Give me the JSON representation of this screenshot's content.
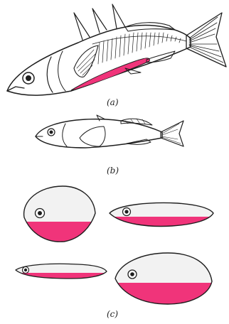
{
  "labels": {
    "a": "(a)",
    "b": "(b)",
    "c": "(c)"
  },
  "colors": {
    "belly": "#f0347a",
    "body": "#f2f2f2",
    "outline": "#1e1e1e",
    "background": "#ffffff"
  },
  "icons": {
    "stickleback_male": "fish-with-red-belly",
    "stickleback_plain": "plain-fish",
    "models": "fish-dummy-models"
  }
}
